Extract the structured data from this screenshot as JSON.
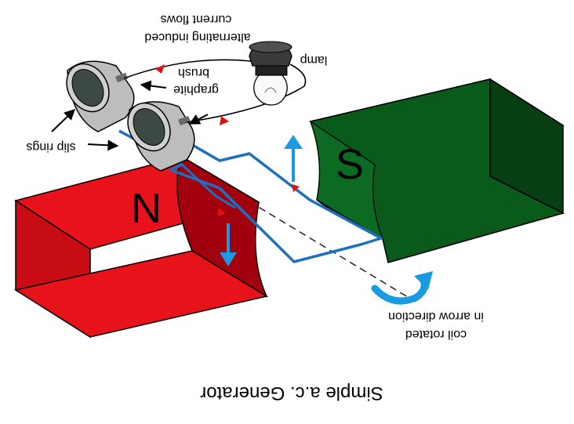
{
  "diagram": {
    "title": "Simple a.c. Generator",
    "labels": {
      "current_line1": "current flows",
      "current_line2": "alternating induced",
      "lamp": "lamp",
      "brush": "brush",
      "graphite": "graphite",
      "slip_rings": "slip rings",
      "coil_line1": "in arrow direction",
      "coil_line2": "coil rotated",
      "north_pole": "N",
      "south_pole": "S"
    },
    "colors": {
      "north_magnet": "#e8121a",
      "north_magnet_dark": "#b00010",
      "south_magnet": "#0a5a1c",
      "south_magnet_dark": "#063d12",
      "coil_wire": "#1f6fbf",
      "arrow_blue": "#1a9ae0",
      "current_arrow": "#e01010",
      "slip_ring": "#b8b8b8",
      "slip_ring_inner": "#3d4a44"
    },
    "icons": [
      "lamp-icon",
      "slip-ring-icon",
      "rotation-arrow-icon",
      "force-arrow-icon"
    ]
  }
}
